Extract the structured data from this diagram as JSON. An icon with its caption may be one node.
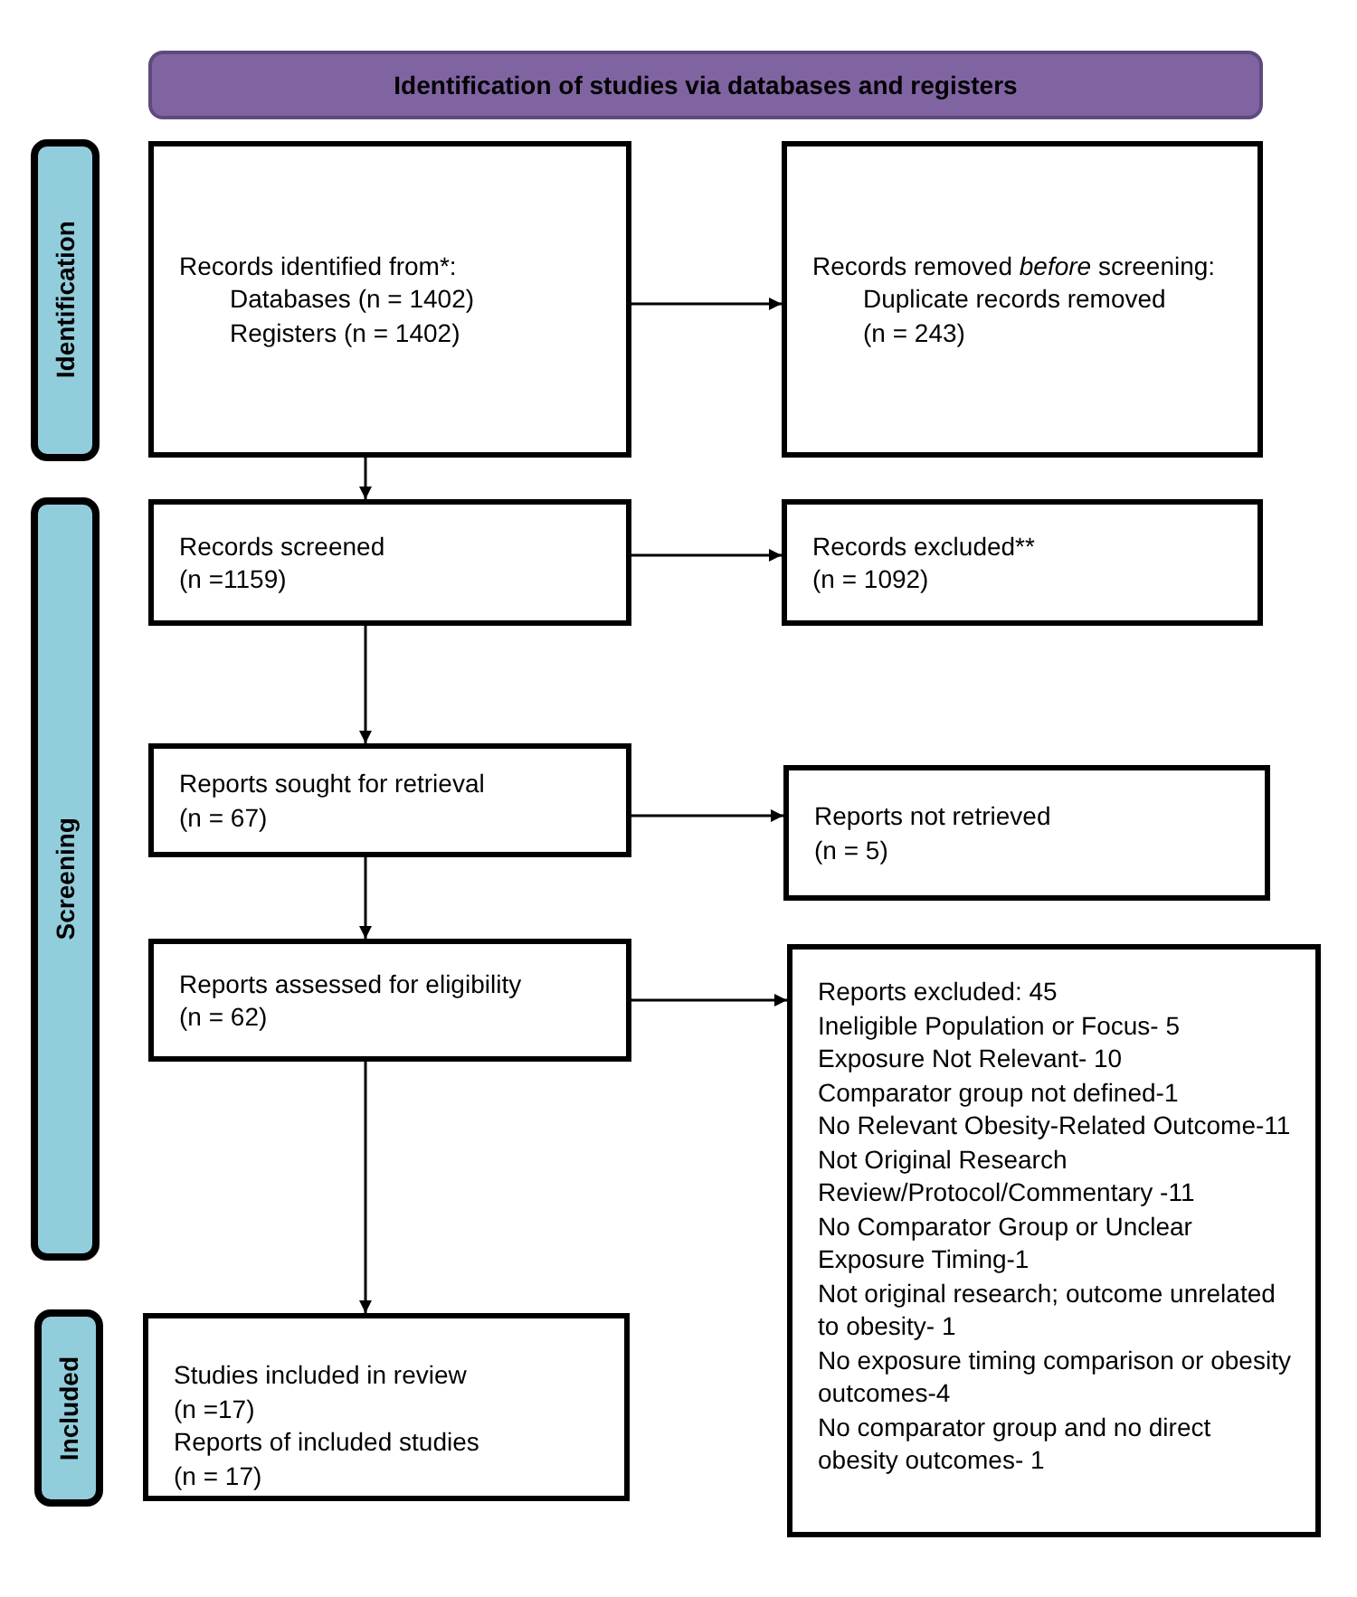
{
  "diagram": {
    "nodes": [
      {
        "text": [
          "Identification of studies via databases and registers"
        ]
      },
      {
        "text": [
          "Identification"
        ]
      },
      {
        "text": [
          "Screening"
        ]
      },
      {
        "text": [
          "Included"
        ]
      },
      {
        "text": [
          "Records identified from*:",
          "Databases (n = 1402)",
          "Registers (n = 1402)"
        ]
      },
      {
        "text": [
          "Records removed *before* screening:",
          "Duplicate records removed",
          "(n = 243)"
        ]
      },
      {
        "text": [
          "Records screened",
          "(n =1159)"
        ]
      },
      {
        "text": [
          "Records excluded**",
          "(n = 1092)"
        ]
      },
      {
        "text": [
          "Reports sought for retrieval",
          "(n = 67)"
        ]
      },
      {
        "text": [
          "Reports not retrieved",
          "(n = 5)"
        ]
      },
      {
        "text": [
          "Reports assessed for eligibility",
          "(n = 62)"
        ]
      },
      {
        "text": [
          "Reports excluded: 45",
          "Ineligible Population or Focus- 5",
          "Exposure Not Relevant- 10",
          "Comparator group not defined-1",
          "No Relevant Obesity-Related Outcome-11",
          "Not Original Research Review/Protocol/Commentary -11",
          "No Comparator Group or Unclear Exposure Timing-1",
          "Not original research; outcome unrelated to obesity- 1",
          "No exposure timing comparison or obesity outcomes-4",
          "No comparator group and no direct obesity outcomes- 1"
        ]
      },
      {
        "text": [
          "Studies included in review",
          "(n =17)",
          "Reports of included studies",
          "(n = 17)"
        ]
      }
    ],
    "edges": [
      {
        "from": 4,
        "to": 5,
        "arrow": "to"
      },
      {
        "from": 4,
        "to": 6,
        "arrow": "to"
      },
      {
        "from": 6,
        "to": 7,
        "arrow": "to"
      },
      {
        "from": 6,
        "to": 8,
        "arrow": "to"
      },
      {
        "from": 8,
        "to": 9,
        "arrow": "to"
      },
      {
        "from": 8,
        "to": 10,
        "arrow": "to"
      },
      {
        "from": 10,
        "to": 11,
        "arrow": "to"
      },
      {
        "from": 10,
        "to": 12,
        "arrow": "to"
      }
    ]
  }
}
